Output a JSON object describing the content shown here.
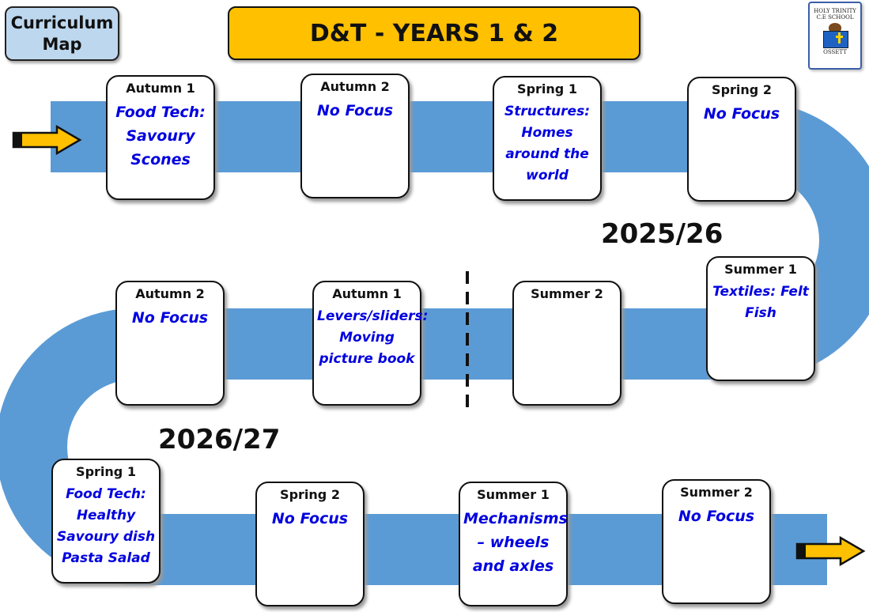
{
  "header": {
    "map_label": "Curriculum Map",
    "title": "D&T - YEARS 1 & 2"
  },
  "logo": {
    "line1": "HOLY TRINITY",
    "line2": "C.E SCHOOL",
    "line3": "OSSETT"
  },
  "years": {
    "first": "2025/26",
    "second": "2026/27"
  },
  "colors": {
    "path": "#5B9BD5",
    "title_bg": "#FFC000",
    "label_bg": "#BDD7EE",
    "topic_text": "#0000E0",
    "arrow": "#FFC000"
  },
  "units": [
    {
      "term": "Autumn 1",
      "topic": "Food Tech: Savoury Scones"
    },
    {
      "term": "Autumn 2",
      "topic": "No Focus"
    },
    {
      "term": "Spring 1",
      "topic": "Structures: Homes around the world"
    },
    {
      "term": "Spring 2",
      "topic": "No Focus"
    },
    {
      "term": "Summer 1",
      "topic": "Textiles: Felt Fish"
    },
    {
      "term": "Summer 2",
      "topic": ""
    },
    {
      "term": "Autumn 1",
      "topic": "Levers/sliders: Moving picture book"
    },
    {
      "term": "Autumn 2",
      "topic": "No Focus"
    },
    {
      "term": "Spring 1",
      "topic": "Food Tech: Healthy Savoury dish Pasta Salad"
    },
    {
      "term": "Spring 2",
      "topic": "No Focus"
    },
    {
      "term": "Summer 1",
      "topic": "Mechanisms – wheels and axles"
    },
    {
      "term": "Summer 2",
      "topic": "No Focus"
    }
  ]
}
